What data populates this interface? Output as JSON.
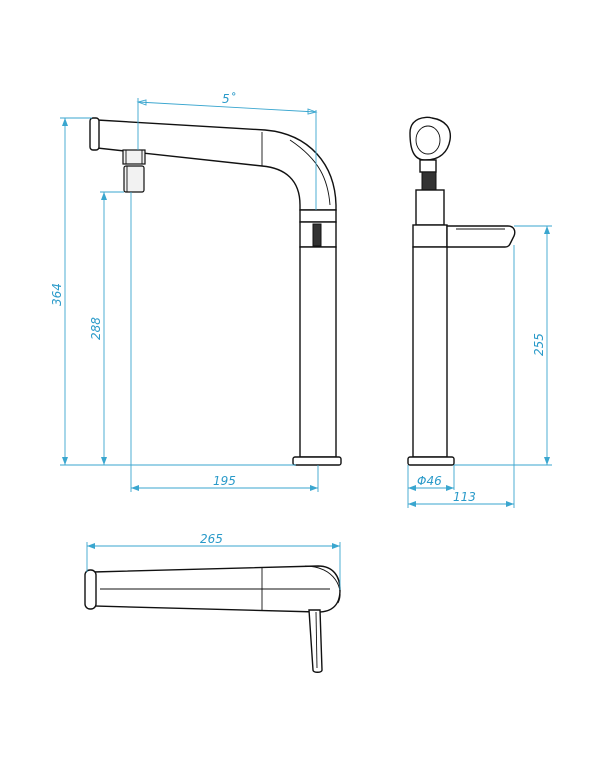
{
  "dimensions": {
    "angle": "5˚",
    "total_height": "364",
    "spout_height": "288",
    "reach": "195",
    "lever_height": "255",
    "base_diameter": "Φ46",
    "side_depth": "113",
    "top_length": "265"
  },
  "colors": {
    "dimension": "#3aa6cf",
    "outline": "#111111"
  }
}
